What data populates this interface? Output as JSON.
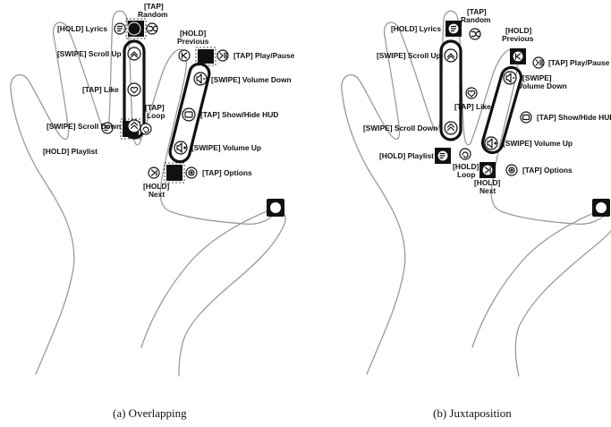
{
  "labels": {
    "hold_lyrics": "[HOLD] Lyrics",
    "tap_random": "[TAP]\nRandom",
    "hold_previous": "[HOLD]\nPrevious",
    "tap_play_pause": "[TAP] Play/Pause",
    "swipe_scroll_up": "[SWIPE] Scroll Up",
    "swipe_volume_down": "[SWIPE] Volume Down",
    "swipe_volume_down_b": "[SWIPE]\nVolume Down",
    "tap_like": "[TAP] Like",
    "tap_show_hide_hud": "[TAP] Show/Hide HUD",
    "swipe_scroll_down": "[SWIPE] Scroll Down",
    "tap_loop": "[TAP]\nLoop",
    "hold_loop": "[HOLD]\nLoop",
    "swipe_volume_up": "[SWIPE] Volume Up",
    "hold_playlist": "[HOLD] Playlist",
    "hold_next": "[HOLD]\nNext",
    "tap_options": "[TAP] Options"
  },
  "captions": {
    "left": "(a) Overlapping",
    "right": "(b) Juxtaposition"
  },
  "icons": [
    "lyrics-icon",
    "random-icon",
    "previous-icon",
    "play-pause-icon",
    "scroll-up-icon",
    "like-icon",
    "volume-down-icon",
    "show-hide-hud-icon",
    "scroll-down-icon",
    "loop-icon",
    "volume-up-icon",
    "playlist-icon",
    "next-icon",
    "options-icon"
  ],
  "colors": {
    "hand_outline": "#9a9a9a",
    "ink": "#111111"
  }
}
